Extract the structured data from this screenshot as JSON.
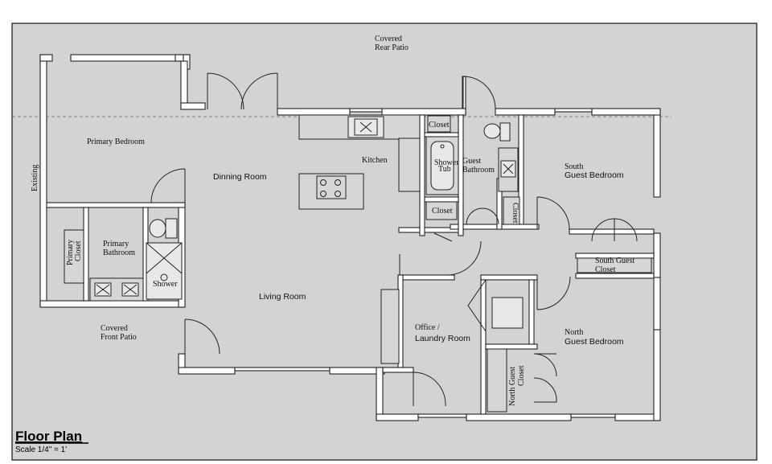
{
  "plan": {
    "title": "Floor Plan",
    "scale": "Scale 1/4\" = 1'",
    "rooms": {
      "covered_rear_patio_1": "Covered",
      "covered_rear_patio_2": "Rear Patio",
      "primary_bedroom": "Primary Bedroom",
      "existing": "Existing",
      "dinning_room": "Dinning Room",
      "kitchen": "Kitchen",
      "closet_upper": "Closet",
      "shower_tub_1": "Shower",
      "shower_tub_2": "Tub",
      "guest_bathroom_1": "Guest",
      "guest_bathroom_2": "Bathroom",
      "closet_lower": "Closet",
      "closet_vertical": "Closet",
      "south_guest_bedroom_1": "South",
      "south_guest_bedroom_2": "Guest Bedroom",
      "primary_closet_1": "Primary",
      "primary_closet_2": "Closet",
      "primary_bathroom_1": "Primary",
      "primary_bathroom_2": "Bathroom",
      "shower": "Shower",
      "living_room": "Living Room",
      "south_guest_closet_1": "South Guest",
      "south_guest_closet_2": "Closet",
      "covered_front_patio_1": "Covered",
      "covered_front_patio_2": "Front Patio",
      "office_laundry_1": "Office /",
      "office_laundry_2": "Laundry Room",
      "north_guest_bedroom_1": "North",
      "north_guest_bedroom_2": "Guest Bedroom",
      "north_guest_closet_1": "North Guest",
      "north_guest_closet_2": "Closet"
    }
  },
  "colors": {
    "sheet": "#d3d3d3",
    "wall": "#ffffff",
    "line": "#222222"
  }
}
